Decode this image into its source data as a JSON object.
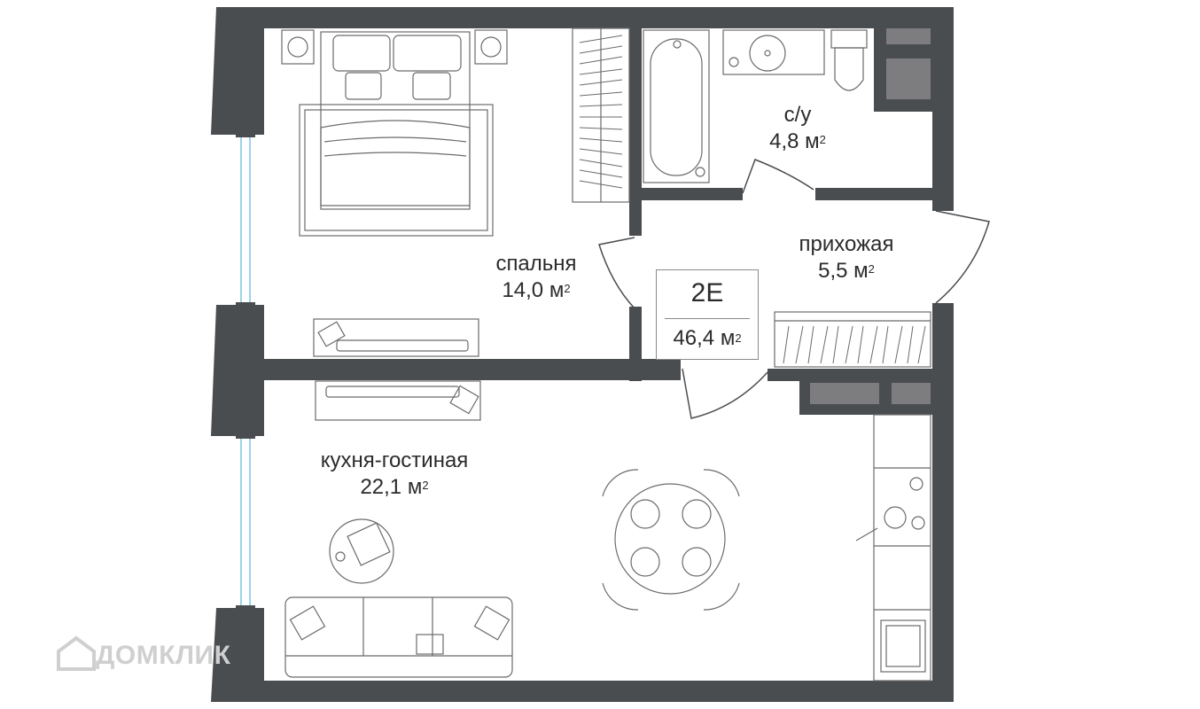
{
  "plan": {
    "badge": {
      "code": "2E",
      "area": "46,4 м",
      "unit_sup": "2"
    },
    "rooms": [
      {
        "id": "bathroom",
        "name": "с/у",
        "area": "4,8 м",
        "sup": "2"
      },
      {
        "id": "hallway",
        "name": "прихожая",
        "area": "5,5 м",
        "sup": "2"
      },
      {
        "id": "bedroom",
        "name": "спальня",
        "area": "14,0 м",
        "sup": "2"
      },
      {
        "id": "kitchen-living",
        "name": "кухня-гостиная",
        "area": "22,1 м",
        "sup": "2"
      }
    ],
    "colors": {
      "wall": "#4a4d50",
      "furniture": "#6b6b6b",
      "window": "#9bd3ea",
      "appliance": "#7d7d80"
    }
  },
  "watermark": {
    "text": "ДОМКЛИК"
  }
}
